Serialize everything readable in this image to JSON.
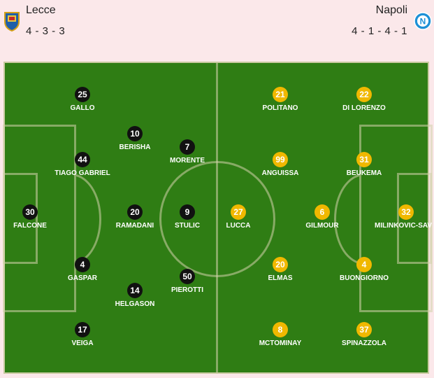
{
  "home": {
    "name": "Lecce",
    "formation": "4 - 3 - 3",
    "crest_icon": "lecce-crest-icon",
    "kit_color": "#111111"
  },
  "away": {
    "name": "Napoli",
    "formation": "4 - 1 - 4 - 1",
    "crest_icon": "napoli-crest-icon",
    "kit_color": "#f0b800"
  },
  "home_players": [
    {
      "number": "25",
      "name": "GALLO"
    },
    {
      "number": "10",
      "name": "BERISHA"
    },
    {
      "number": "7",
      "name": "MORENTE"
    },
    {
      "number": "44",
      "name": "TIAGO GABRIEL"
    },
    {
      "number": "30",
      "name": "FALCONE"
    },
    {
      "number": "20",
      "name": "RAMADANI"
    },
    {
      "number": "9",
      "name": "STULIC"
    },
    {
      "number": "4",
      "name": "GASPAR"
    },
    {
      "number": "50",
      "name": "PIEROTTI"
    },
    {
      "number": "14",
      "name": "HELGASON"
    },
    {
      "number": "17",
      "name": "VEIGA"
    }
  ],
  "away_players": [
    {
      "number": "21",
      "name": "POLITANO"
    },
    {
      "number": "22",
      "name": "DI LORENZO"
    },
    {
      "number": "99",
      "name": "ANGUISSA"
    },
    {
      "number": "31",
      "name": "BEUKEMA"
    },
    {
      "number": "27",
      "name": "LUCCA"
    },
    {
      "number": "6",
      "name": "GILMOUR"
    },
    {
      "number": "32",
      "name": "MILINKOVIC-SAV"
    },
    {
      "number": "20",
      "name": "ELMAS"
    },
    {
      "number": "4",
      "name": "BUONGIORNO"
    },
    {
      "number": "8",
      "name": "MCTOMINAY"
    },
    {
      "number": "37",
      "name": "SPINAZZOLA"
    }
  ]
}
